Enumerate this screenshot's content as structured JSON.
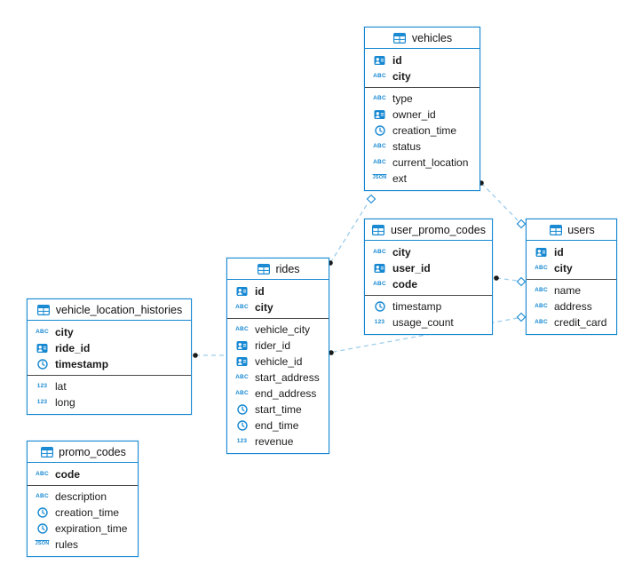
{
  "diagram": {
    "kind": "entity-relationship-diagram",
    "accent_color": "#1688d2",
    "relationship_line_color": "#9ccdec",
    "background_color": "#ffffff"
  },
  "type_icons": {
    "text_glyph": "ABC",
    "number_glyph": "123",
    "json_glyph": "JSON"
  },
  "tables": [
    {
      "name": "vehicles",
      "columns": [
        {
          "name": "id",
          "icon": "uuid-icon",
          "primary_key": true
        },
        {
          "name": "city",
          "icon": "text-type-icon",
          "primary_key": true
        },
        {
          "name": "type",
          "icon": "text-type-icon",
          "primary_key": false
        },
        {
          "name": "owner_id",
          "icon": "uuid-icon",
          "primary_key": false
        },
        {
          "name": "creation_time",
          "icon": "clock-icon",
          "primary_key": false
        },
        {
          "name": "status",
          "icon": "text-type-icon",
          "primary_key": false
        },
        {
          "name": "current_location",
          "icon": "text-type-icon",
          "primary_key": false
        },
        {
          "name": "ext",
          "icon": "json-type-icon",
          "primary_key": false
        }
      ]
    },
    {
      "name": "user_promo_codes",
      "columns": [
        {
          "name": "city",
          "icon": "text-type-icon",
          "primary_key": true
        },
        {
          "name": "user_id",
          "icon": "uuid-icon",
          "primary_key": true
        },
        {
          "name": "code",
          "icon": "text-type-icon",
          "primary_key": true
        },
        {
          "name": "timestamp",
          "icon": "clock-icon",
          "primary_key": false
        },
        {
          "name": "usage_count",
          "icon": "number-type-icon",
          "primary_key": false
        }
      ]
    },
    {
      "name": "users",
      "columns": [
        {
          "name": "id",
          "icon": "uuid-icon",
          "primary_key": true
        },
        {
          "name": "city",
          "icon": "text-type-icon",
          "primary_key": true
        },
        {
          "name": "name",
          "icon": "text-type-icon",
          "primary_key": false
        },
        {
          "name": "address",
          "icon": "text-type-icon",
          "primary_key": false
        },
        {
          "name": "credit_card",
          "icon": "text-type-icon",
          "primary_key": false
        }
      ]
    },
    {
      "name": "rides",
      "columns": [
        {
          "name": "id",
          "icon": "uuid-icon",
          "primary_key": true
        },
        {
          "name": "city",
          "icon": "text-type-icon",
          "primary_key": true
        },
        {
          "name": "vehicle_city",
          "icon": "text-type-icon",
          "primary_key": false
        },
        {
          "name": "rider_id",
          "icon": "uuid-icon",
          "primary_key": false
        },
        {
          "name": "vehicle_id",
          "icon": "uuid-icon",
          "primary_key": false
        },
        {
          "name": "start_address",
          "icon": "text-type-icon",
          "primary_key": false
        },
        {
          "name": "end_address",
          "icon": "text-type-icon",
          "primary_key": false
        },
        {
          "name": "start_time",
          "icon": "clock-icon",
          "primary_key": false
        },
        {
          "name": "end_time",
          "icon": "clock-icon",
          "primary_key": false
        },
        {
          "name": "revenue",
          "icon": "number-type-icon",
          "primary_key": false
        }
      ]
    },
    {
      "name": "vehicle_location_histories",
      "columns": [
        {
          "name": "city",
          "icon": "text-type-icon",
          "primary_key": true
        },
        {
          "name": "ride_id",
          "icon": "uuid-icon",
          "primary_key": true
        },
        {
          "name": "timestamp",
          "icon": "clock-icon",
          "primary_key": true
        },
        {
          "name": "lat",
          "icon": "number-type-icon",
          "primary_key": false
        },
        {
          "name": "long",
          "icon": "number-type-icon",
          "primary_key": false
        }
      ]
    },
    {
      "name": "promo_codes",
      "columns": [
        {
          "name": "code",
          "icon": "text-type-icon",
          "primary_key": true
        },
        {
          "name": "description",
          "icon": "text-type-icon",
          "primary_key": false
        },
        {
          "name": "creation_time",
          "icon": "clock-icon",
          "primary_key": false
        },
        {
          "name": "expiration_time",
          "icon": "clock-icon",
          "primary_key": false
        },
        {
          "name": "rules",
          "icon": "json-type-icon",
          "primary_key": false
        }
      ]
    }
  ],
  "relationships": [
    {
      "many": "vehicle_location_histories",
      "one": "rides",
      "dot_marker_side": "vehicle_location_histories",
      "diamond_marker_side": "rides"
    },
    {
      "many": "rides",
      "one": "vehicles",
      "dot_marker_side": "rides",
      "diamond_marker_side": "vehicles"
    },
    {
      "many": "vehicles",
      "one": "users",
      "dot_marker_side": "vehicles",
      "diamond_marker_side": "users"
    },
    {
      "many": "user_promo_codes",
      "one": "users",
      "dot_marker_side": "user_promo_codes",
      "diamond_marker_side": "users"
    },
    {
      "many": "rides",
      "one": "users",
      "dot_marker_side": "rides",
      "diamond_marker_side": "users"
    }
  ]
}
